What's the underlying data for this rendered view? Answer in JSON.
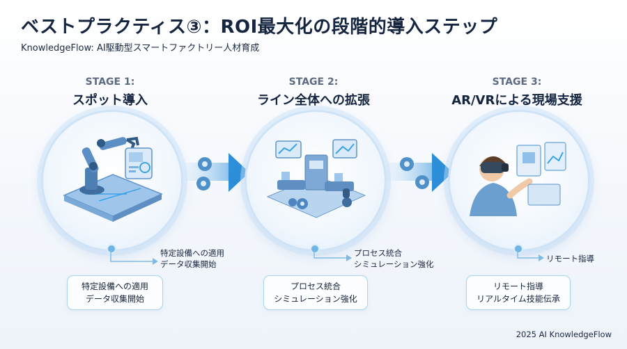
{
  "header": {
    "title": "ベストプラクティス③：ROI最大化の段階的導入ステップ",
    "subtitle": "KnowledgeFlow: AI駆動型スマートファクトリー人材育成"
  },
  "stages": [
    {
      "label": "STAGE 1:",
      "name": "スポット導入",
      "note": [
        "特定設備への適用",
        "データ収集開始"
      ],
      "box": [
        "特定設備への適用",
        "データ収集開始"
      ]
    },
    {
      "label": "STAGE 2:",
      "name": "ライン全体への拡張",
      "note": [
        "プロセス統合",
        "シミュレーション強化"
      ],
      "box": [
        "プロセス統合",
        "シミュレーション強化"
      ]
    },
    {
      "label": "STAGE 3:",
      "name": "AR/VRによる現場支援",
      "note": [
        "リモート指導"
      ],
      "box": [
        "リモート指導",
        "リアルタイム技能伝承"
      ]
    }
  ],
  "footer": {
    "text": "2025 AI KnowledgeFlow"
  },
  "colors": {
    "accent": "#2d8fd8",
    "ring": "#cfe3f6",
    "title": "#152540"
  },
  "icons": [
    "robot-arm-icon",
    "gear-icon",
    "arrow-right-icon",
    "factory-line-icon",
    "vr-headset-icon"
  ]
}
